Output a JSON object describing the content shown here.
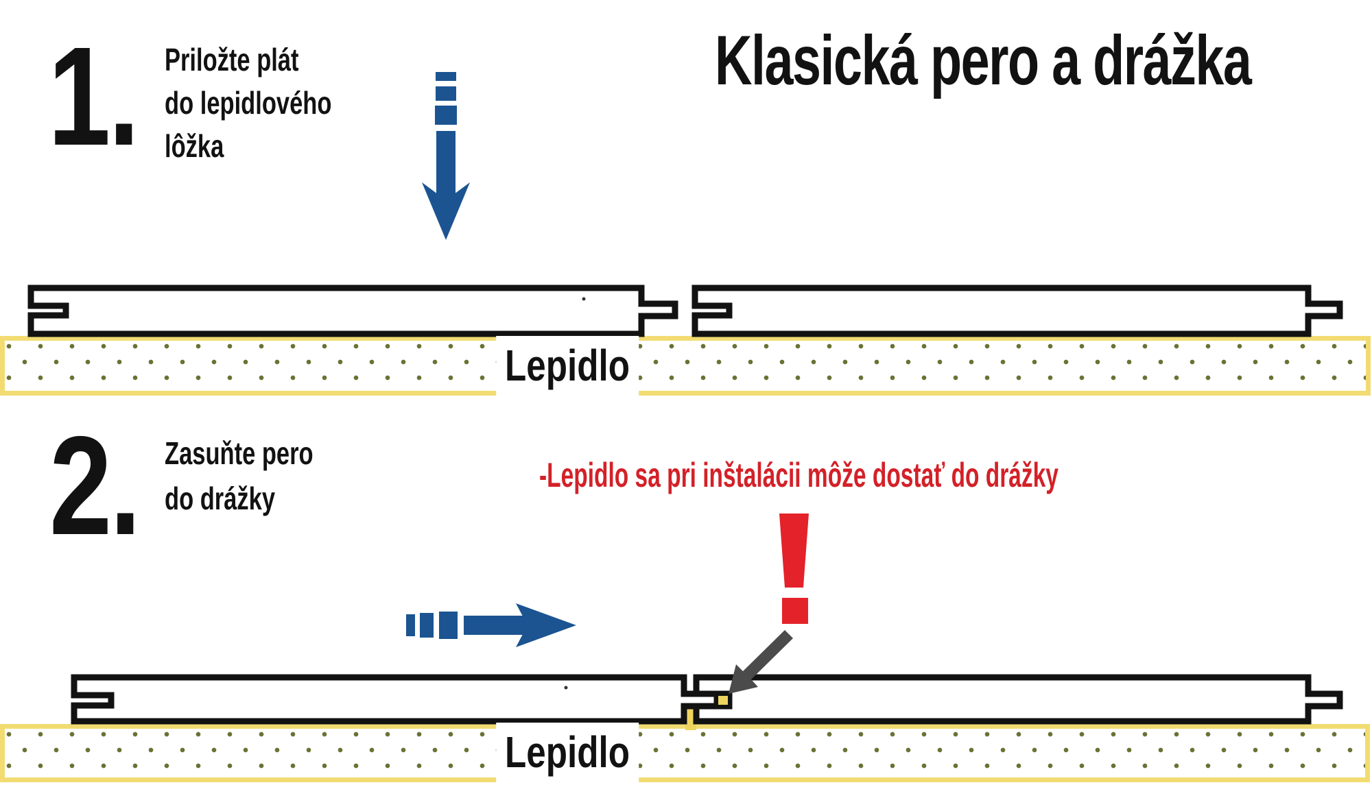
{
  "title": "Klasická pero a drážka",
  "steps": [
    {
      "number": "1.",
      "lines": [
        "Priložte plát",
        "do lepidlového",
        "lôžka"
      ]
    },
    {
      "number": "2.",
      "lines": [
        "Zasuňte pero",
        "do drážky"
      ]
    }
  ],
  "warning": "-Lepidlo sa pri inštalácii môže dostať do drážky",
  "glue_beds": [
    {
      "label": "Lepidlo"
    },
    {
      "label": "Lepidlo"
    }
  ],
  "icons": {
    "down_arrow": "blue-dashed-down-arrow",
    "right_arrow": "blue-dashed-right-arrow",
    "exclamation": "red-exclamation-mark",
    "joint_pointer": "gray-arrow-to-groove-joint"
  },
  "colors": {
    "blue": "#1b5491",
    "red_text": "#d32128",
    "red_mark": "#e4222a",
    "yellow_border": "#f2dc72",
    "yellow_glue": "#eed45f",
    "olive_dot": "#6b7134",
    "outline": "#121212",
    "gray_arrow": "#4b4b4b"
  }
}
